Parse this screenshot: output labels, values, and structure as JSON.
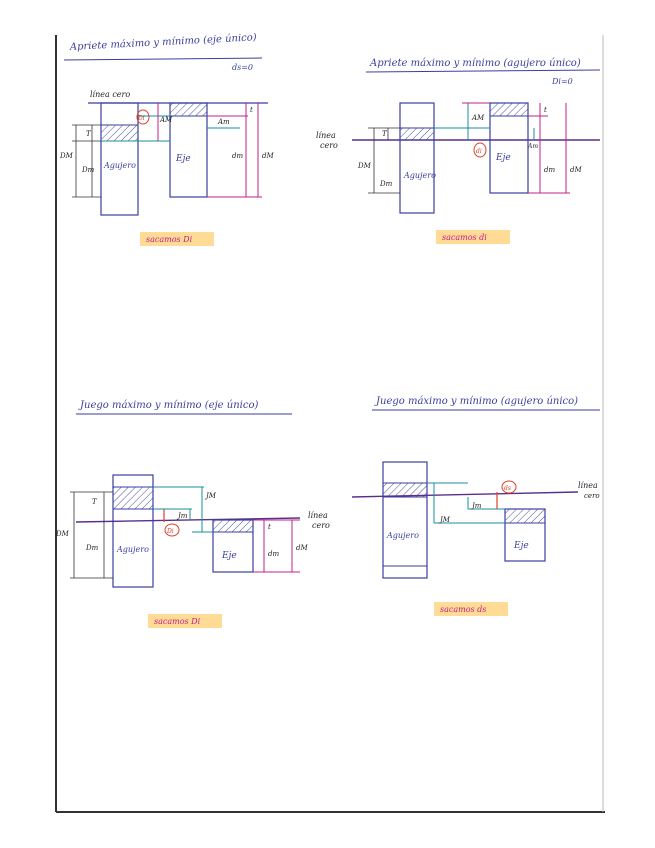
{
  "titles": {
    "tl": "Apriete máximo y mínimo (eje único)",
    "tl_sub": "ds=0",
    "tr": "Apriete máximo y mínimo (agujero único)",
    "tr_sub": "Di=0",
    "bl": "Juego máximo y mínimo (eje único)",
    "br": "Juego máximo y mínimo (agujero único)"
  },
  "labels": {
    "linea_cero": "línea cero",
    "linea_cero_1": "línea",
    "linea_cero_2": "cero",
    "agujero": "Agujero",
    "eje": "Eje",
    "T": "T",
    "t": "t",
    "DM": "DM",
    "Dm": "Dm",
    "dM": "dM",
    "dm": "dm",
    "AM": "AM",
    "Am": "Am",
    "JM": "JM",
    "Jm": "Jm",
    "Di": "Di",
    "Ds": "Ds",
    "ds": "ds",
    "di": "di"
  },
  "notes": {
    "tl": "sacamos Di",
    "tr": "sacamos di",
    "bl": "sacamos Di",
    "br": "sacamos ds"
  },
  "colors": {
    "ink_blue": "#3a3f9e",
    "magenta": "#c0208a",
    "teal": "#1a8fa0",
    "red": "#e0402a",
    "purple": "#5a2f8a",
    "highlight": "#ffd27a"
  }
}
